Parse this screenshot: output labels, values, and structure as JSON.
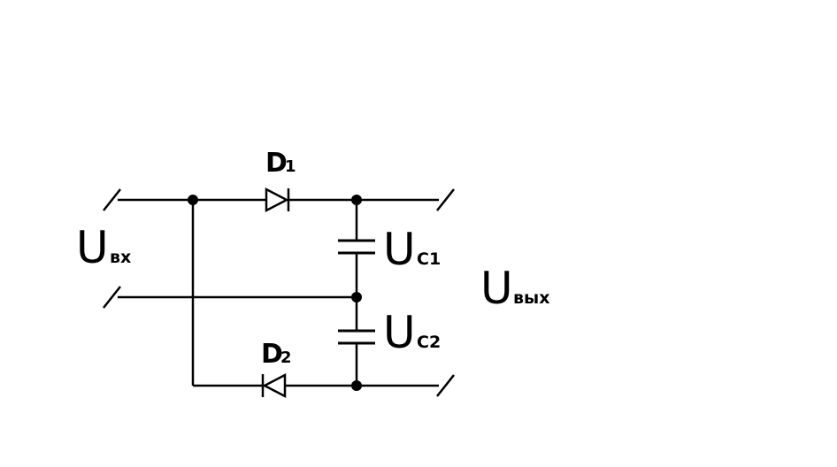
{
  "diagram": {
    "labels": {
      "d1_main": "D",
      "d1_sub": "1",
      "d2_main": "D",
      "d2_sub": "2",
      "uin_main": "U",
      "uin_sub": "вх",
      "uc1_main": "U",
      "uc1_sub": "C1",
      "uc2_main": "U",
      "uc2_sub": "C2",
      "uout_main": "U",
      "uout_sub": "вых"
    },
    "terminal_symbol": "terminal-circle-slash"
  }
}
